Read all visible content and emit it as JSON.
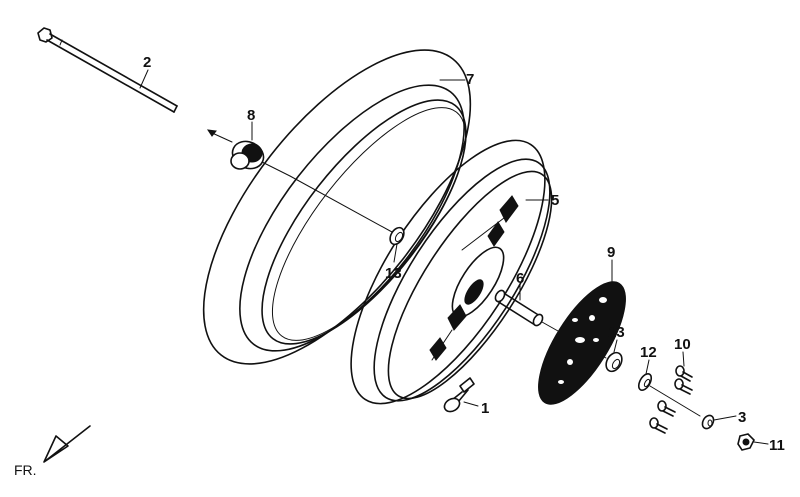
{
  "diagram": {
    "direction_label": "FR.",
    "callouts": {
      "axle": "2",
      "tire": "7",
      "collar_left": "8",
      "rim": "5",
      "bearing_left": "13",
      "sleeve": "6",
      "brake_disc": "9",
      "bearing_right": "13",
      "oil_seal": "12",
      "disc_bolt": "10",
      "valve": "1",
      "washer": "3",
      "axle_nut": "11"
    }
  }
}
